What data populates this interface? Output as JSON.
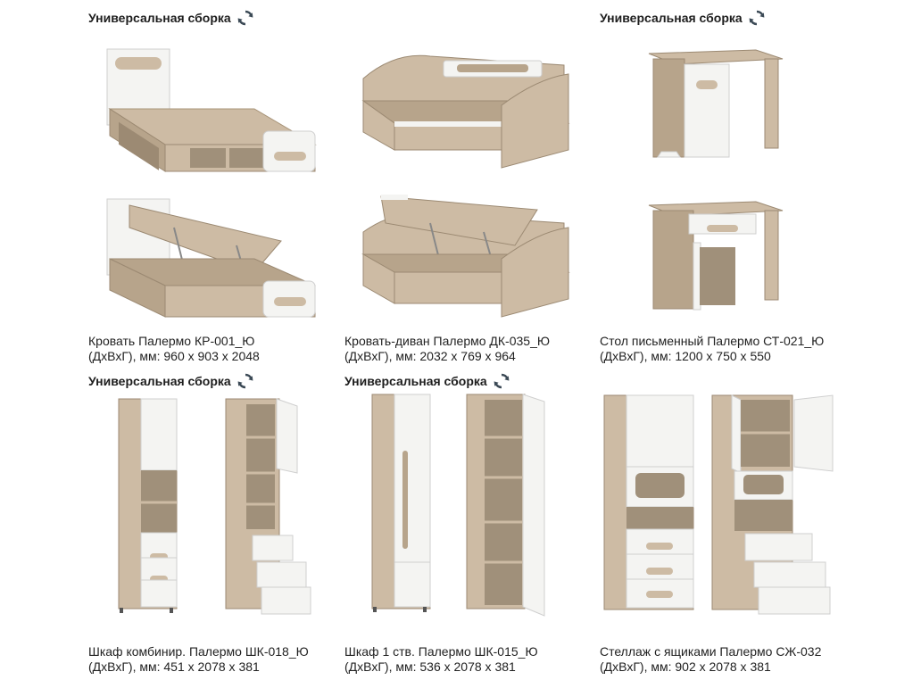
{
  "badge_text": "Универсальная сборка",
  "icon": "sync-icon",
  "colors": {
    "oak": "#cdbba4",
    "oak_dark": "#b7a48b",
    "white": "#f4f4f2",
    "edge": "#9c8a73",
    "leg": "#555555"
  },
  "products": [
    {
      "name": "Кровать Палермо КР-001_Ю",
      "dims": "(ДхВхГ), мм: 960 х 903 х 2048"
    },
    {
      "name": "Кровать-диван Палермо ДК-035_Ю",
      "dims": "(ДхВхГ), мм: 2032 х 769 х 964"
    },
    {
      "name": "Стол письменный Палермо СТ-021_Ю",
      "dims": "(ДхВхГ), мм: 1200 х 750 х 550"
    },
    {
      "name": "Шкаф комбинир. Палермо ШК-018_Ю",
      "dims": "(ДхВхГ), мм: 451 х 2078 х 381"
    },
    {
      "name": "Шкаф 1 ств. Палермо ШК-015_Ю",
      "dims": "(ДхВхГ), мм: 536 х 2078 х 381"
    },
    {
      "name": "Стеллаж с ящиками Палермо СЖ-032",
      "dims": "(ДхВхГ), мм: 902 х 2078 х 381"
    }
  ]
}
